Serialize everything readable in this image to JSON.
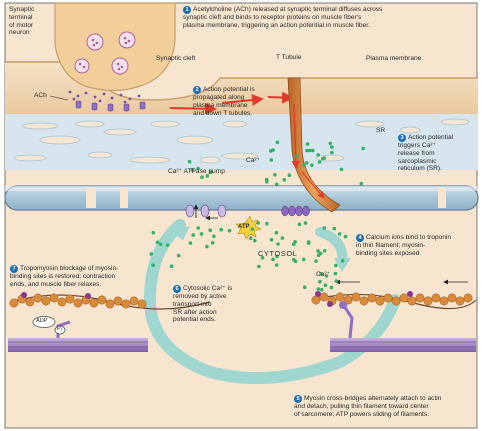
{
  "labels": {
    "synaptic_terminal": "Synaptic\nterminal\nof motor\nneuron",
    "synaptic_cleft": "Synaptic cleft",
    "ach": "ACh",
    "t_tubule": "T Tubule",
    "plasma_membrane": "Plasma membrane",
    "sr": "SR",
    "ca_atpase_pump": "Ca²⁺ ATPase pump",
    "ca_ion_top": "Ca²⁺",
    "ca_ion_right": "Ca²⁺",
    "atp": "ATP",
    "cytosol": "CYTOSOL",
    "adp": "ADP",
    "pi": "Pᵢ"
  },
  "steps": [
    {
      "number": "1",
      "text": "Acetylcholine (ACh) released at synaptic terminal diffuses across\nsynaptic cleft and binds to receptor proteins on muscle fiber's\nplasma membrane, triggering an action potential in muscle fiber."
    },
    {
      "number": "2",
      "text": "Action potential is\npropagated along\nplasma membrane\nand down T tubules."
    },
    {
      "number": "3",
      "text": "Action potential\ntriggers Ca²⁺\nrelease from\nsarcoplasmic\nreticulum (SR)."
    },
    {
      "number": "4",
      "text": "Calcium ions bind to troponin\nin thin filament; myosin-\nbinding sites exposed."
    },
    {
      "number": "5",
      "text": "Myosin cross-bridges alternately attach to actin\nand detach, pulling thin filament toward center\nof sarcomere; ATP powers sliding of filaments."
    },
    {
      "number": "6",
      "text": "Cytosolic Ca²⁺ is\nremoved by active\ntransport into\nSR after action\npotential ends."
    },
    {
      "number": "7",
      "text": "Tropomyosin blockage of myosin-\nbinding sites is restored; contraction\nends, and muscle fiber relaxes."
    }
  ],
  "colors": {
    "cytosol": "#f7e5cf",
    "membrane": "#f2d9b8",
    "sr_tube": "#b9d3e1",
    "sr_dark": "#6f8fa8",
    "t_tubule": "#d8833a",
    "action_arrow": "#e03a2a",
    "ca_dot": "#33b06a",
    "cycle_arrow": "#9fd6d0",
    "step_badge": "#1d6fb4",
    "actin": "#d98a3a",
    "myosin": "#9a7ac0"
  }
}
